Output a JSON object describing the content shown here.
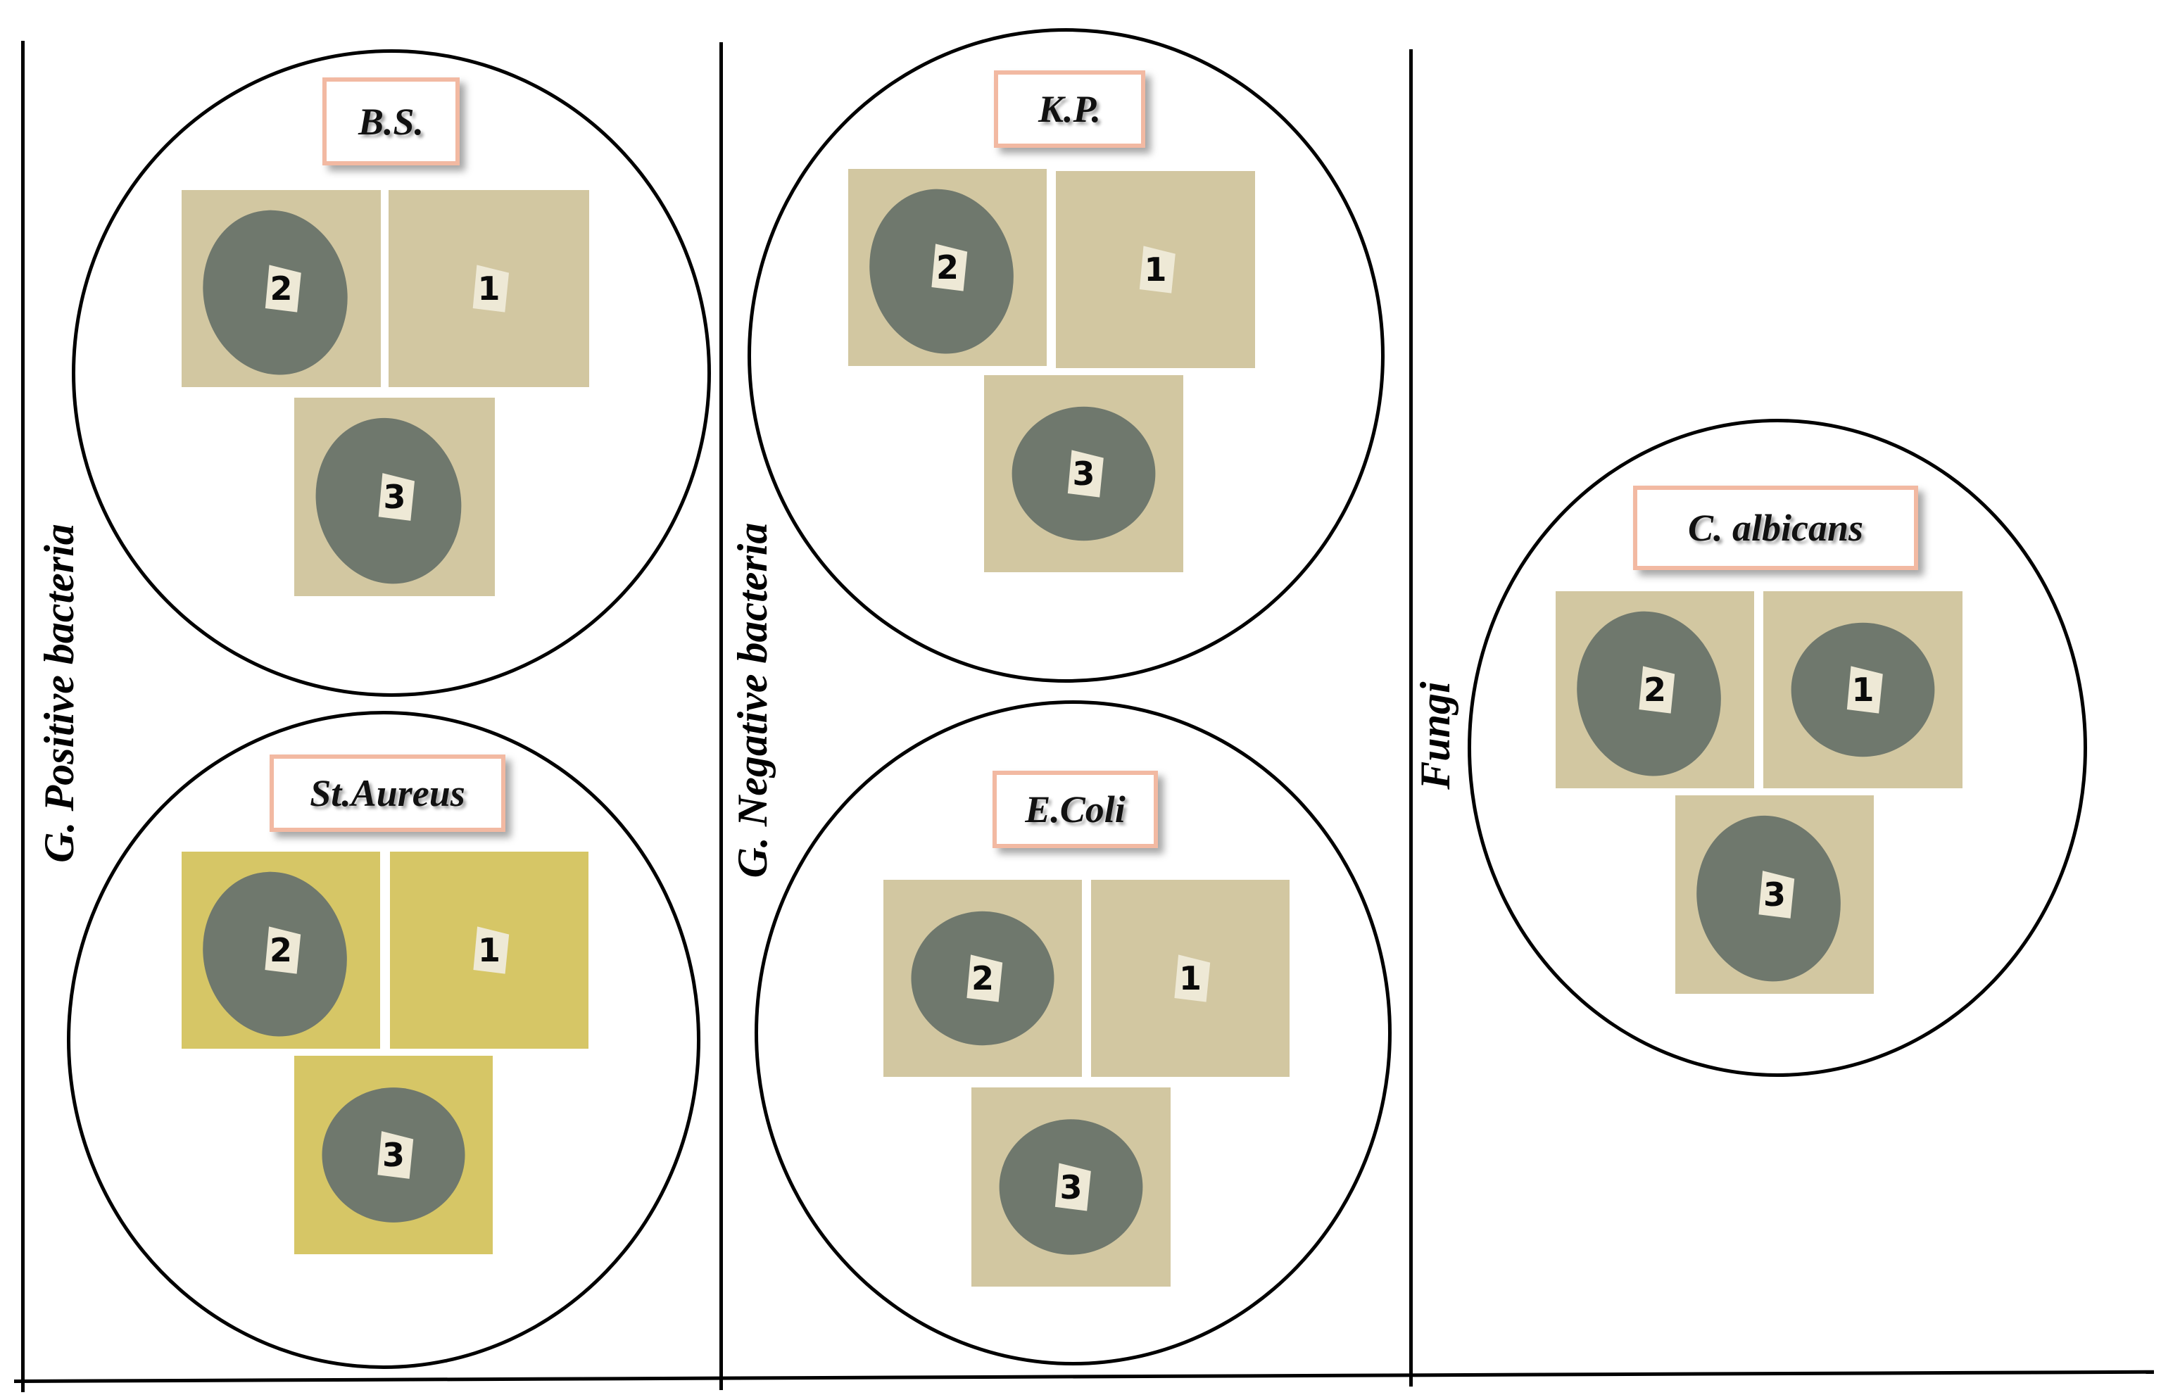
{
  "sections": {
    "positive": "G. Positive bacteria",
    "negative": "G. Negative bacteria",
    "fungi": "Fungi"
  },
  "organisms": {
    "bs": "B.S.",
    "st_aureus": "St.Aureus",
    "kp": "K.P.",
    "ecoli": "E.Coli",
    "calbicans": "C. albicans"
  },
  "plates": {
    "bs": [
      {
        "mark": "2"
      },
      {
        "mark": "1"
      },
      {
        "mark": "3"
      }
    ],
    "st_aureus": [
      {
        "mark": "2"
      },
      {
        "mark": "1"
      },
      {
        "mark": "3"
      }
    ],
    "kp": [
      {
        "mark": "2"
      },
      {
        "mark": "1"
      },
      {
        "mark": "3"
      }
    ],
    "ecoli": [
      {
        "mark": "2"
      },
      {
        "mark": "1"
      },
      {
        "mark": "3"
      }
    ],
    "calbicans": [
      {
        "mark": "2"
      },
      {
        "mark": "1"
      },
      {
        "mark": "3"
      }
    ]
  },
  "colors": {
    "agar": "#cfc39a",
    "agar_yellow": "#d3c25a",
    "zone": "#6f786d",
    "label_border": "#f2b9a2",
    "line": "#000000"
  }
}
